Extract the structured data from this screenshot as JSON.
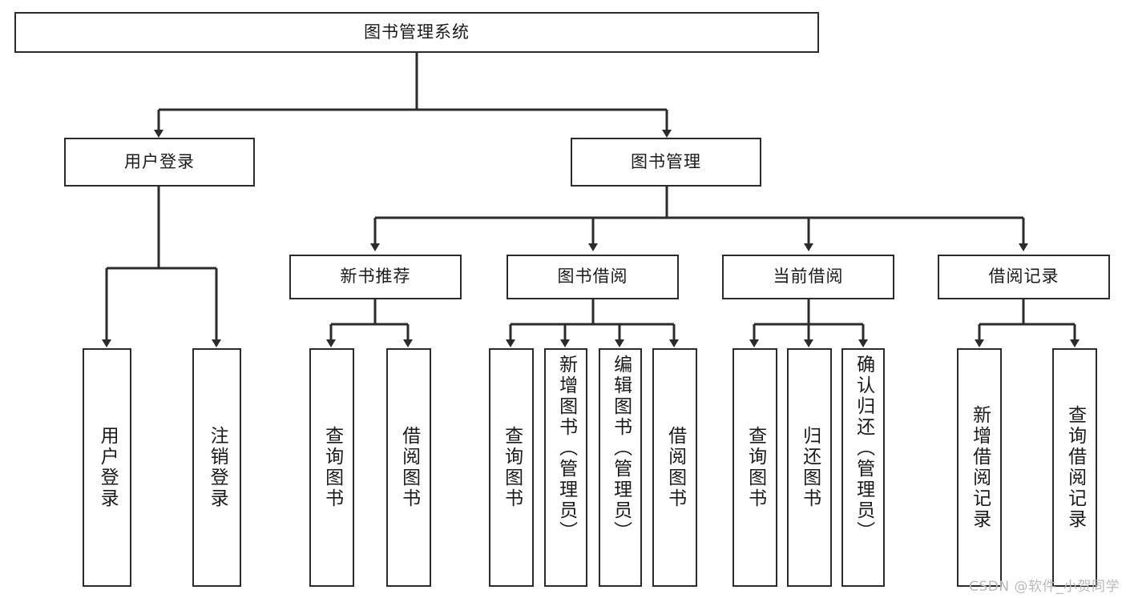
{
  "diagram": {
    "type": "tree",
    "title": "图书管理系统",
    "root": {
      "label": "图书管理系统"
    },
    "level2": [
      {
        "label": "用户登录"
      },
      {
        "label": "图书管理"
      }
    ],
    "level3": [
      {
        "label": "新书推荐"
      },
      {
        "label": "图书借阅"
      },
      {
        "label": "当前借阅"
      },
      {
        "label": "借阅记录"
      }
    ],
    "leaves": {
      "user_login": [
        {
          "label": "用户登录"
        },
        {
          "label": "注销登录"
        }
      ],
      "new_book_recommend": [
        {
          "label": "查询图书"
        },
        {
          "label": "借阅图书"
        }
      ],
      "book_borrow": [
        {
          "label": "查询图书"
        },
        {
          "label": "新增图书（管理员）"
        },
        {
          "label": "编辑图书（管理员）"
        },
        {
          "label": "借阅图书"
        }
      ],
      "current_borrow": [
        {
          "label": "查询图书"
        },
        {
          "label": "归还图书"
        },
        {
          "label": "确认归还（管理员）"
        }
      ],
      "borrow_record": [
        {
          "label": "新增借阅记录"
        },
        {
          "label": "查询借阅记录"
        }
      ]
    }
  },
  "watermark": {
    "text": "CSDN @软件_小贺同学"
  },
  "colors": {
    "stroke": "#2b2b2b",
    "background": "#ffffff",
    "text": "#1a1a1a",
    "watermark": "#b9b9b9"
  }
}
